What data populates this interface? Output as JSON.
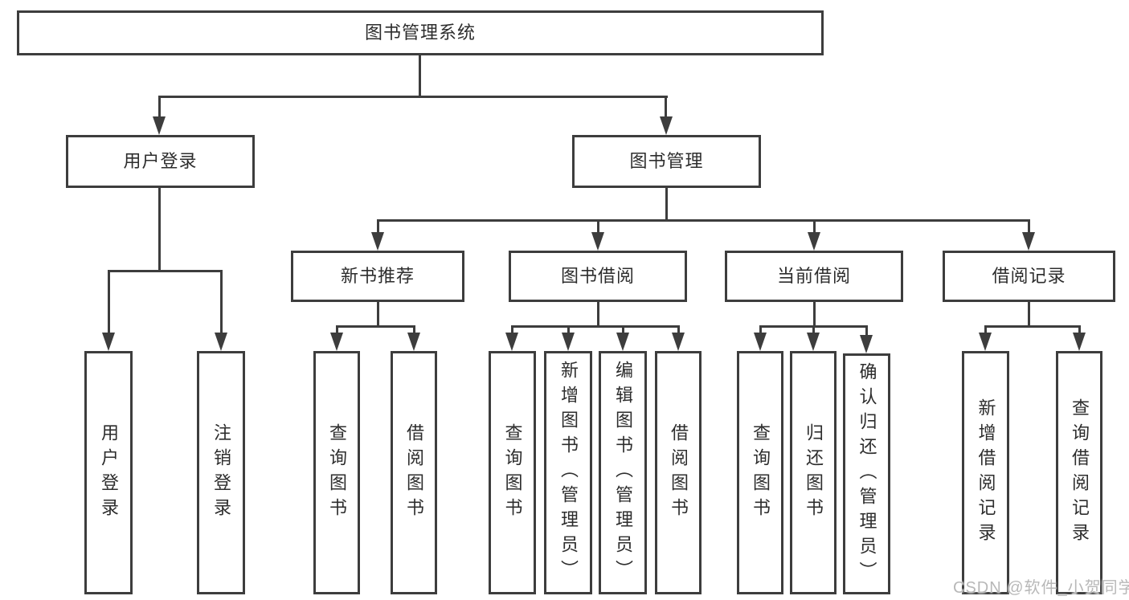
{
  "diagram": {
    "root": {
      "label": "图书管理系统"
    },
    "branches": [
      {
        "label": "用户登录",
        "children": [
          {
            "label": "用户登录"
          },
          {
            "label": "注销登录"
          }
        ]
      },
      {
        "label": "图书管理",
        "children": [
          {
            "label": "新书推荐",
            "children": [
              {
                "label": "查询图书"
              },
              {
                "label": "借阅图书"
              }
            ]
          },
          {
            "label": "图书借阅",
            "children": [
              {
                "label": "查询图书"
              },
              {
                "label": "新增图书（管理员）"
              },
              {
                "label": "编辑图书（管理员）"
              },
              {
                "label": "借阅图书"
              }
            ]
          },
          {
            "label": "当前借阅",
            "children": [
              {
                "label": "查询图书"
              },
              {
                "label": "归还图书"
              },
              {
                "label": "确认归还（管理员）"
              }
            ]
          },
          {
            "label": "借阅记录",
            "children": [
              {
                "label": "新增借阅记录"
              },
              {
                "label": "查询借阅记录"
              }
            ]
          }
        ]
      }
    ]
  },
  "watermark": {
    "text": "CSDN @软件_小贺同学"
  },
  "colors": {
    "line": "#3d3d3d",
    "text": "#2d2d2d",
    "watermark": "#b8b8b8",
    "background": "#ffffff"
  }
}
